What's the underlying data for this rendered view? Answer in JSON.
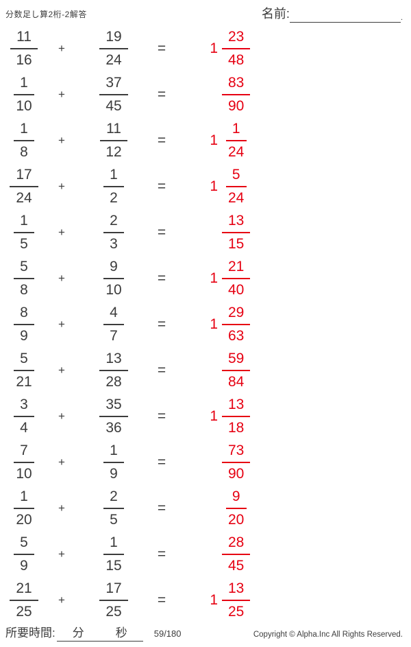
{
  "header": {
    "title": "分数足し算2桁-2解答",
    "name_label": "名前:",
    "name_line_period": "."
  },
  "operators": {
    "plus": "+",
    "equals": "="
  },
  "problems": [
    {
      "a_num": "11",
      "a_den": "16",
      "b_num": "19",
      "b_den": "24",
      "whole": "1",
      "num": "23",
      "den": "48"
    },
    {
      "a_num": "1",
      "a_den": "10",
      "b_num": "37",
      "b_den": "45",
      "whole": "",
      "num": "83",
      "den": "90"
    },
    {
      "a_num": "1",
      "a_den": "8",
      "b_num": "11",
      "b_den": "12",
      "whole": "1",
      "num": "1",
      "den": "24"
    },
    {
      "a_num": "17",
      "a_den": "24",
      "b_num": "1",
      "b_den": "2",
      "whole": "1",
      "num": "5",
      "den": "24"
    },
    {
      "a_num": "1",
      "a_den": "5",
      "b_num": "2",
      "b_den": "3",
      "whole": "",
      "num": "13",
      "den": "15"
    },
    {
      "a_num": "5",
      "a_den": "8",
      "b_num": "9",
      "b_den": "10",
      "whole": "1",
      "num": "21",
      "den": "40"
    },
    {
      "a_num": "8",
      "a_den": "9",
      "b_num": "4",
      "b_den": "7",
      "whole": "1",
      "num": "29",
      "den": "63"
    },
    {
      "a_num": "5",
      "a_den": "21",
      "b_num": "13",
      "b_den": "28",
      "whole": "",
      "num": "59",
      "den": "84"
    },
    {
      "a_num": "3",
      "a_den": "4",
      "b_num": "35",
      "b_den": "36",
      "whole": "1",
      "num": "13",
      "den": "18"
    },
    {
      "a_num": "7",
      "a_den": "10",
      "b_num": "1",
      "b_den": "9",
      "whole": "",
      "num": "73",
      "den": "90"
    },
    {
      "a_num": "1",
      "a_den": "20",
      "b_num": "2",
      "b_den": "5",
      "whole": "",
      "num": "9",
      "den": "20"
    },
    {
      "a_num": "5",
      "a_den": "9",
      "b_num": "1",
      "b_den": "15",
      "whole": "",
      "num": "28",
      "den": "45"
    },
    {
      "a_num": "21",
      "a_den": "25",
      "b_num": "17",
      "b_den": "25",
      "whole": "1",
      "num": "13",
      "den": "25"
    }
  ],
  "footer": {
    "time_label": "所要時間:",
    "minutes": "分",
    "seconds": "秒",
    "page": "59/180",
    "copyright": "Copyright ©  Alpha.Inc All Rights Reserved."
  },
  "colors": {
    "answer_red": "#e60012",
    "ink": "#3c3c3c"
  }
}
